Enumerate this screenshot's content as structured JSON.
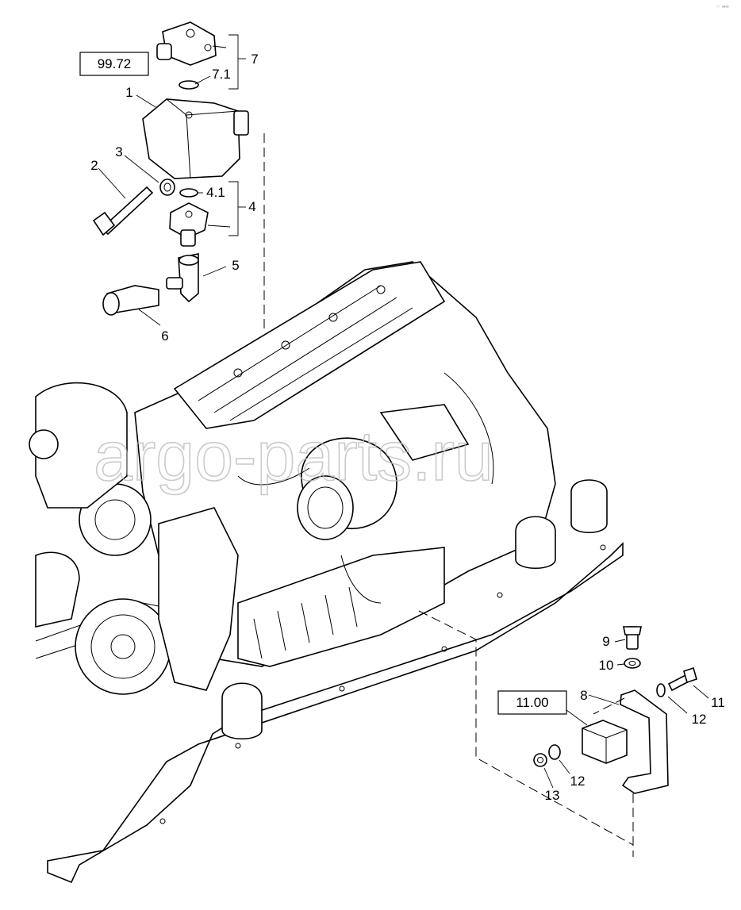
{
  "watermark": "argo-parts.ru",
  "corner_mark": "☞ ∞∞",
  "ref_boxes": [
    {
      "id": "ref-box-99-72",
      "text": "99.72"
    },
    {
      "id": "ref-box-11-00",
      "text": "11.00"
    }
  ],
  "callouts": {
    "c1": "1",
    "c2": "2",
    "c3": "3",
    "c4": "4",
    "c4_1": "4.1",
    "c5": "5",
    "c6": "6",
    "c7": "7",
    "c7_1": "7.1",
    "c8": "8",
    "c9": "9",
    "c10": "10",
    "c11": "11",
    "c12a": "12",
    "c12b": "12",
    "c13": "13"
  }
}
